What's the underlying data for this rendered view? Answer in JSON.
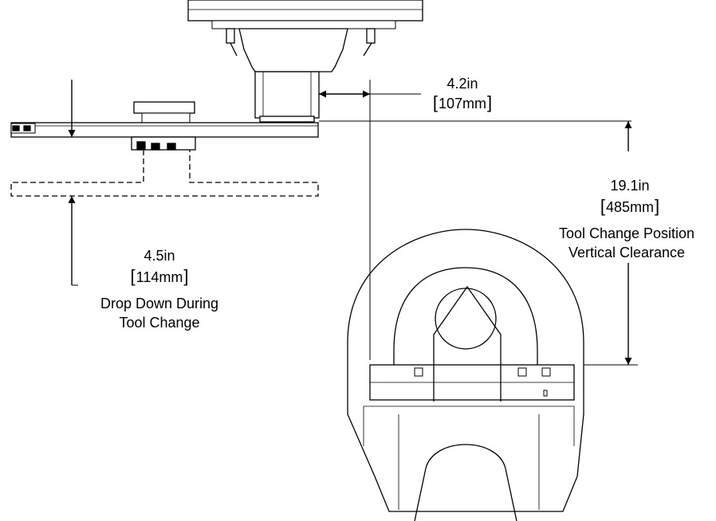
{
  "dimensions": {
    "horizontal": {
      "imperial": "4.2in",
      "metric": "107mm"
    },
    "vertical": {
      "imperial": "19.1in",
      "metric": "485mm",
      "caption_line1": "Tool Change Position",
      "caption_line2": "Vertical Clearance"
    },
    "drop": {
      "imperial": "4.5in",
      "metric": "114mm",
      "caption_line1": "Drop Down During",
      "caption_line2": "Tool Change"
    }
  }
}
